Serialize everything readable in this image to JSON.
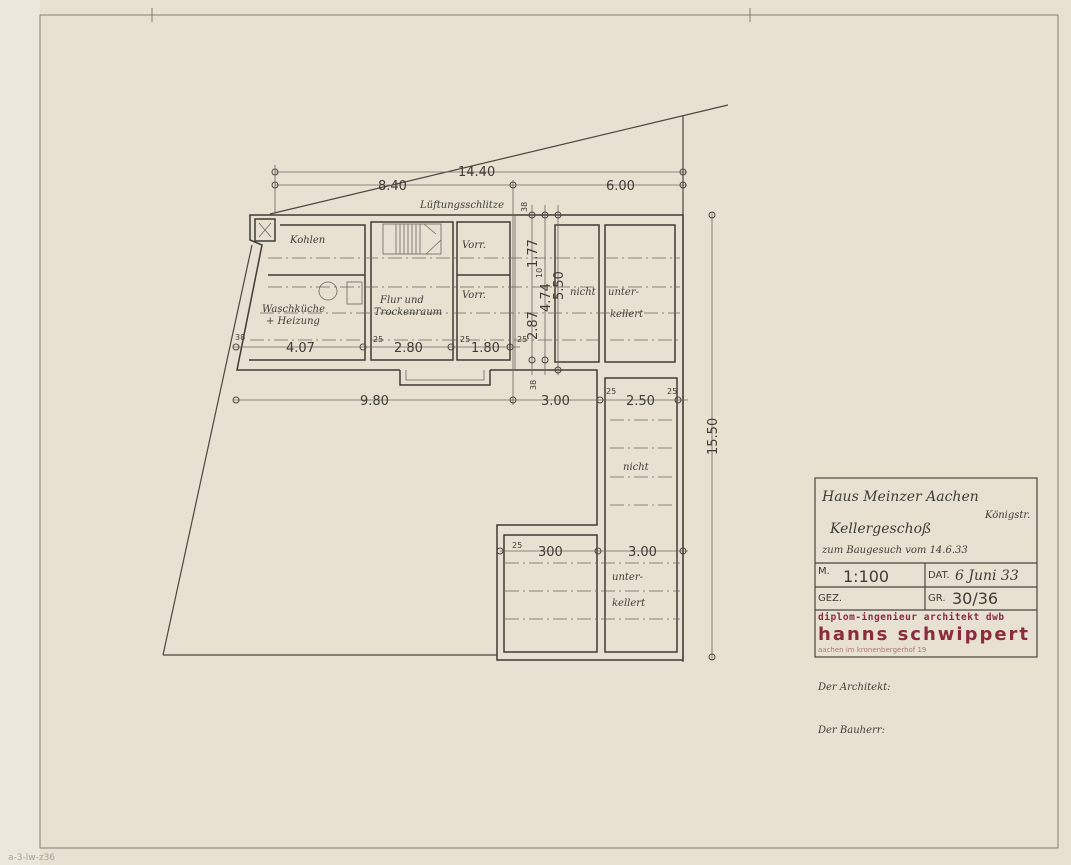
{
  "plan": {
    "rooms": {
      "kohlen": "Kohlen",
      "waschkueche": "Waschküche",
      "heizung": "+ Heizung",
      "flur1": "Flur und",
      "flur2": "Trockenraum",
      "vorrat1": "Vorr.",
      "vorrat2": "Vorr.",
      "lueftung": "Lüftungsschlitze",
      "nicht1": "nicht",
      "unterk1": "unter-",
      "kellert1": "kellert",
      "nicht2": "nicht",
      "unterk2": "unter-",
      "kellert2": "kellert"
    },
    "dimensions": {
      "total_width": "14.40",
      "left_width": "8.40",
      "right_width": "6.00",
      "w407": "4.07",
      "w280": "2.80",
      "w180": "1.80",
      "w25a": "25",
      "w25b": "25",
      "w25c": "25",
      "w38a": "38",
      "w980": "9.80",
      "w300a": "3.00",
      "w250": "2.50",
      "w25d": "25",
      "w25e": "25",
      "h38a": "38",
      "h177": "1.77",
      "h10": "10",
      "h287": "2.87",
      "h474": "4.74",
      "h550": "5.50",
      "h38b": "38",
      "h1550": "15.50",
      "w25f": "25",
      "w300b": "300",
      "w300c": "3.00"
    }
  },
  "title_block": {
    "project": "Haus Meinzer Aachen",
    "street": "Königstr.",
    "sheet": "Kellergeschoß",
    "subtitle": "zum Baugesuch vom 14.6.33",
    "scale_label": "M.",
    "scale": "1:100",
    "date_label": "DAT.",
    "date": "6 Juni 33",
    "drawn_label": "GEZ.",
    "size_label": "GR.",
    "size": "30/36",
    "stamp_line1": "diplom-ingenieur architekt dwb",
    "stamp_line2": "hanns schwippert",
    "stamp_line3": "aachen im kronenbergerhof 19"
  },
  "signatures": {
    "architect": "Der Architekt:",
    "client": "Der Bauherr:"
  },
  "archive_mark": "a-3-lw-z36"
}
